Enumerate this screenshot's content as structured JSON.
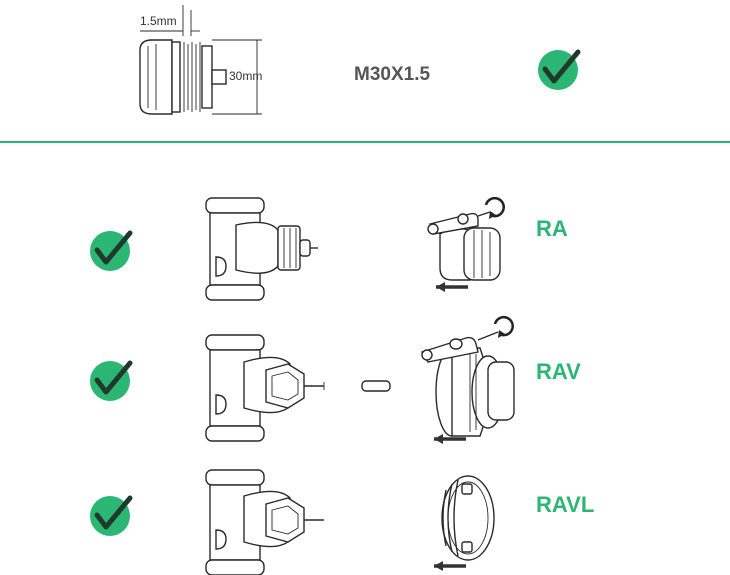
{
  "header": {
    "dim_thread_pitch": "1.5mm",
    "dim_diameter": "30mm",
    "thread_spec": "M30X1.5"
  },
  "rows": [
    {
      "label": "RA"
    },
    {
      "label": "RAV"
    },
    {
      "label": "RAVL"
    }
  ],
  "colors": {
    "accent": "#2bb673",
    "divider": "#2bb673",
    "line": "#2a2a2a",
    "arrow": "#333333"
  },
  "icons": [
    "check-badge-icon",
    "valve-body-icon",
    "adapter-ring-icon",
    "rotate-arrow-icon",
    "pin-icon",
    "direction-arrow-icon"
  ]
}
